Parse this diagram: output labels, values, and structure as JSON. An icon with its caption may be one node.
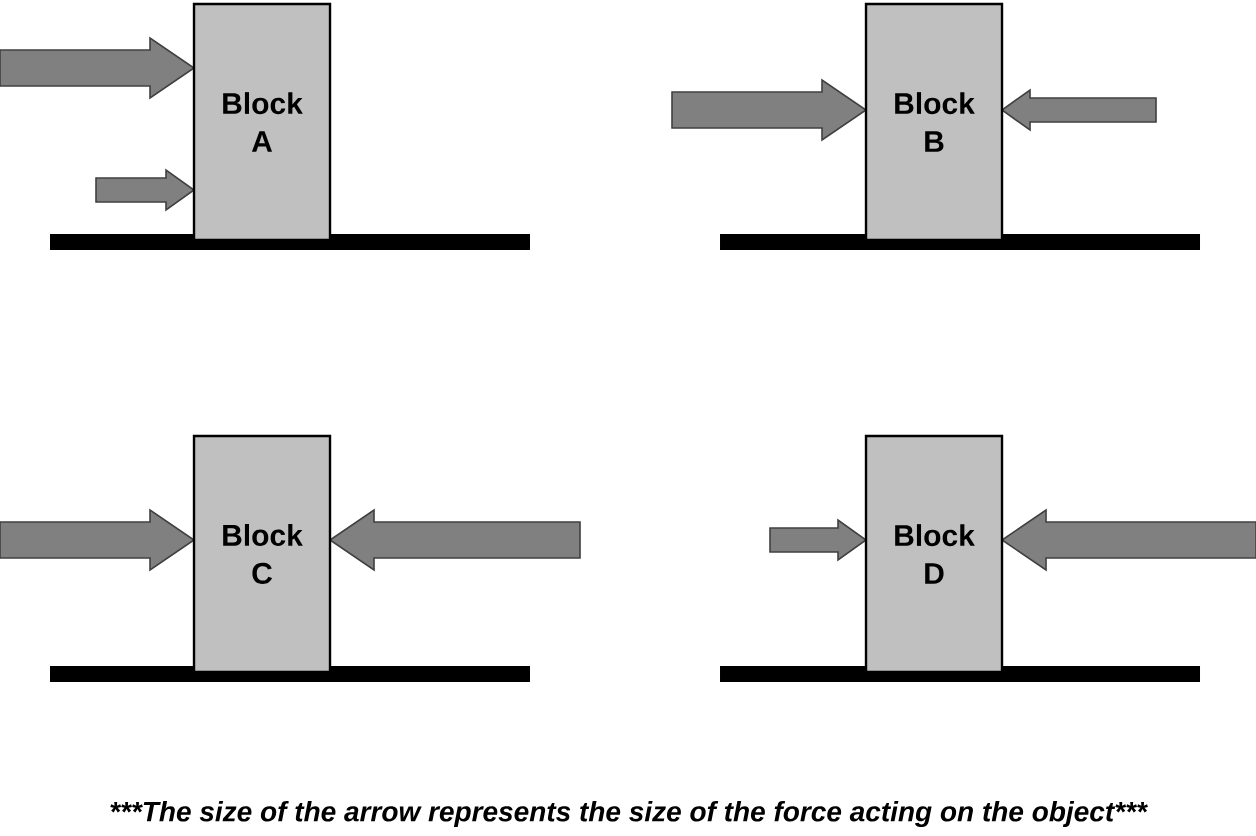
{
  "diagram": {
    "caption": "***The size of the arrow represents the size of the force acting on the object***",
    "nodes": [
      {
        "text": [
          "Block A"
        ]
      },
      {
        "text": [
          "Block B"
        ]
      },
      {
        "text": [
          "Block C"
        ]
      },
      {
        "text": [
          "Block D"
        ]
      }
    ]
  }
}
